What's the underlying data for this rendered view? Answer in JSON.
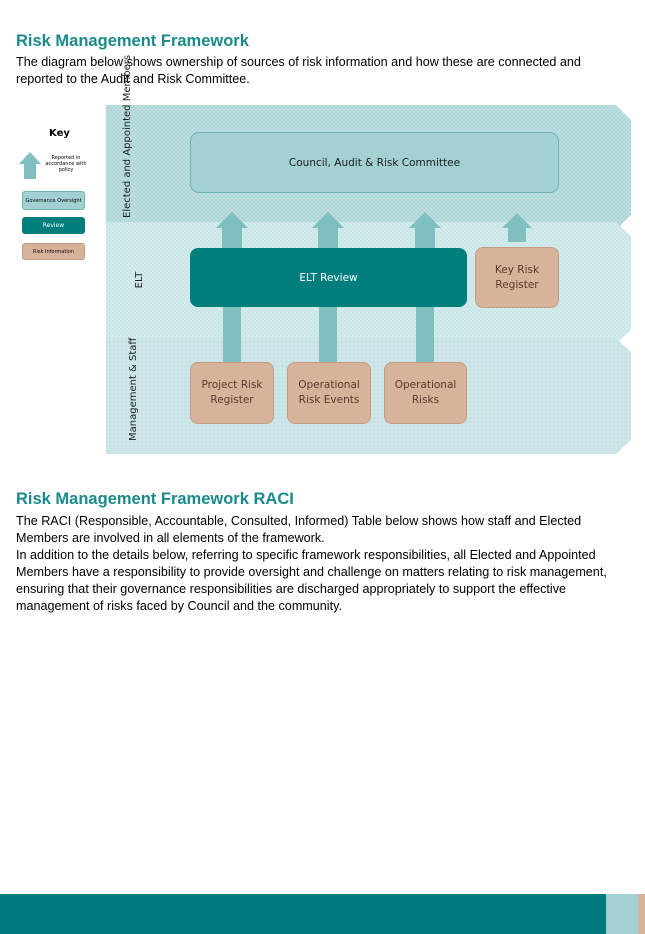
{
  "section1": {
    "heading": "Risk Management Framework",
    "intro": "The diagram below shows ownership of sources of risk information and how these are connected and reported to the Audit and Risk Committee."
  },
  "diagram": {
    "key": {
      "title": "Key",
      "arrow_text": "Reported in accordance with policy",
      "governance": "Governance Oversight",
      "review": "Review",
      "risk_info": "Risk Information"
    },
    "rows": {
      "elected": "Elected and Appointed Members",
      "elt": "ELT",
      "management": "Management & Staff"
    },
    "boxes": {
      "council": "Council, Audit & Risk Committee",
      "elt_review": "ELT Review",
      "key_risk": "Key Risk Register",
      "project_risk": "Project Risk Register",
      "operational_events": "Operational Risk Events",
      "operational_risks": "Operational Risks"
    },
    "colors": {
      "teal_dark": "#007e7e",
      "teal_light": "#a3d0d2",
      "tan": "#d8b39c",
      "arrow": "#7fbfc0"
    }
  },
  "section2": {
    "heading": "Risk Management Framework RACI",
    "para1": "The RACI (Responsible, Accountable, Consulted, Informed) Table below shows how staff and Elected Members are involved in all elements of the framework.",
    "para2": "In addition to the details below, referring to specific framework responsibilities, all Elected and Appointed Members have a responsibility to provide oversight and challenge on matters relating to risk management, ensuring that their governance responsibilities are discharged appropriately to support the effective management of risks faced by Council and the community."
  }
}
